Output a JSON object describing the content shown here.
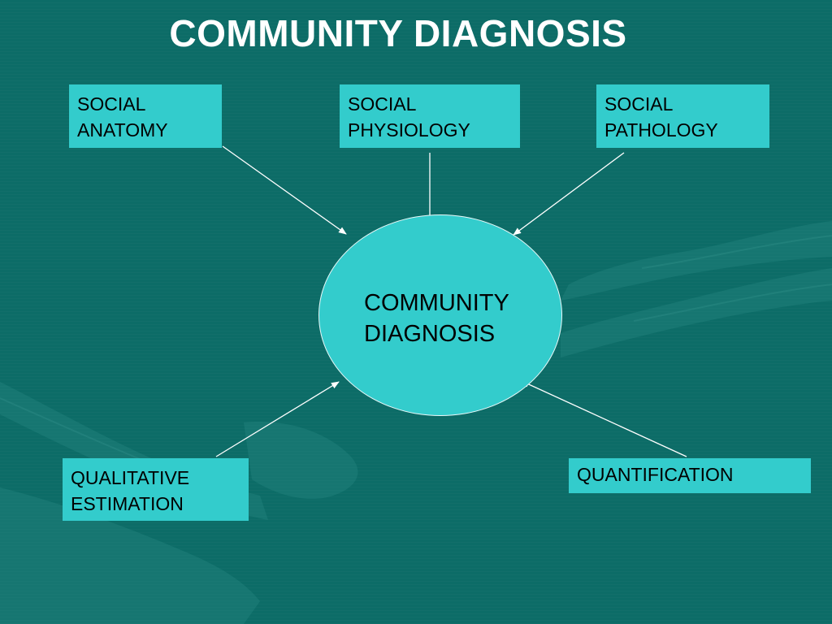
{
  "title": "COMMUNITY DIAGNOSIS",
  "center": "COMMUNITY\nDIAGNOSIS",
  "inputs": {
    "social_anatomy": "SOCIAL\nANATOMY",
    "social_physiology": "SOCIAL\nPHYSIOLOGY",
    "social_pathology": "SOCIAL\nPATHOLOGY",
    "qualitative_estimation": "QUALITATIVE\nESTIMATION",
    "quantification": "QUANTIFICATION"
  },
  "colors": {
    "background": "#0c6c67",
    "box_fill": "#33cccc",
    "title_text": "#ffffff",
    "arrow": "#ffffff"
  }
}
